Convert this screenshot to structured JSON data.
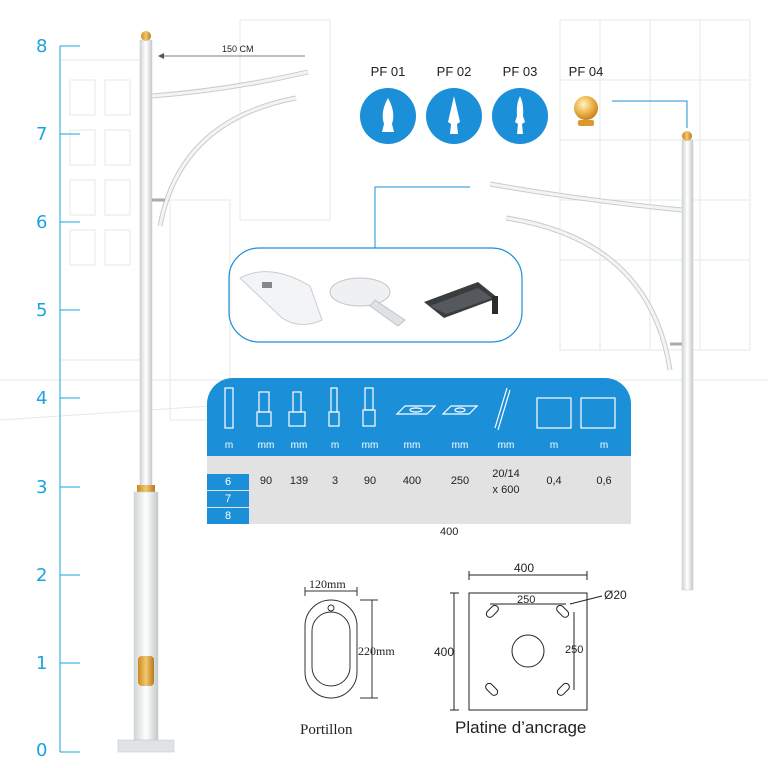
{
  "scale": [
    "8",
    "7",
    "6",
    "5",
    "4",
    "3",
    "2",
    "1",
    "0"
  ],
  "arm_length": "150 CM",
  "pf_options": [
    {
      "label": "PF 01"
    },
    {
      "label": "PF 02"
    },
    {
      "label": "PF 03"
    },
    {
      "label": "PF 04"
    }
  ],
  "table": {
    "units": [
      "m",
      "mm",
      "mm",
      "m",
      "mm",
      "mm",
      "mm",
      "mm",
      "m",
      "m"
    ],
    "heights": [
      "6",
      "7",
      "8"
    ],
    "values": [
      "90",
      "139",
      "3",
      "90",
      "400",
      "250",
      "20/14",
      "x 600",
      "0,4",
      "0,6"
    ],
    "below_label": "400"
  },
  "portillon": {
    "width": "120mm",
    "height": "220mm",
    "caption": "Portillon"
  },
  "platine": {
    "outer_width": "400",
    "outer_height": "400",
    "inner_width": "250",
    "inner_height": "250",
    "hole": "Ø20",
    "caption": "Platine d’ancrage"
  },
  "colors": {
    "accent": "#1b8fd8",
    "scale": "#1aa3e0",
    "table_bg": "#e2e2e2",
    "gold": "#d9a032"
  }
}
